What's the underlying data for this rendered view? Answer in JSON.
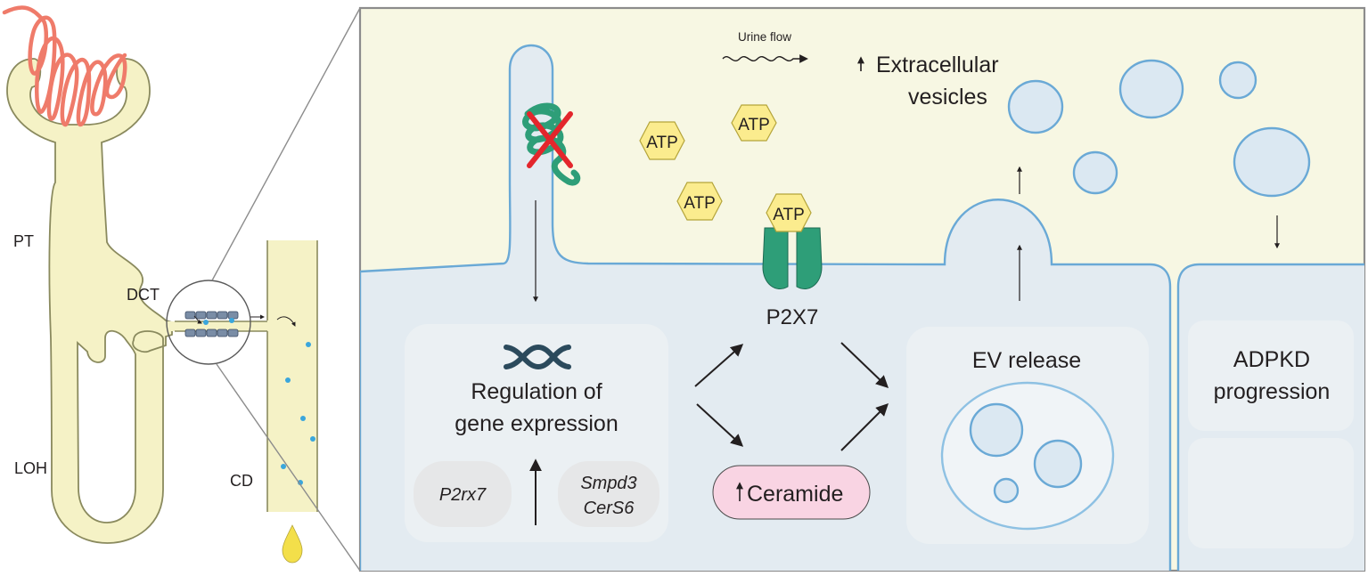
{
  "nephron": {
    "labels": {
      "pt": "PT",
      "dct": "DCT",
      "loh": "LOH",
      "cd": "CD"
    },
    "colors": {
      "tubule": "#f5f2c6",
      "outline": "#8a8a5e",
      "glomerulus": "#ef7b6a",
      "droplet": "#f3df4a",
      "ev_dot": "#3aa6dc"
    }
  },
  "zoom": {
    "colors": {
      "lumen": "#f7f7e3",
      "cell": "#e3ebf1",
      "membrane": "#6aa9d6",
      "frame": "#8c8c8c"
    },
    "urine_flow": "Urine flow",
    "extracellular_vesicles": {
      "line1": "Extracellular",
      "line2": "vesicles"
    },
    "atp_label": "ATP",
    "atp_color": "#fbec8e",
    "p2x7_label": "P2X7",
    "p2x7_color": "#2e9e78",
    "cilium_color": "#2e9e78",
    "knockout_color": "#e3262c",
    "gene_box": {
      "line1": "Regulation of",
      "line2": "gene expression",
      "gene_left": "P2rx7",
      "gene_right_1": "Smpd3",
      "gene_right_2": "CerS6",
      "dna_icon_color": "#2b4a5c"
    },
    "ceramide": {
      "label": "Ceramide",
      "color": "#f9d4e3"
    },
    "ev_release": "EV release",
    "adpkd": {
      "line1": "ADPKD",
      "line2": "progression"
    }
  }
}
